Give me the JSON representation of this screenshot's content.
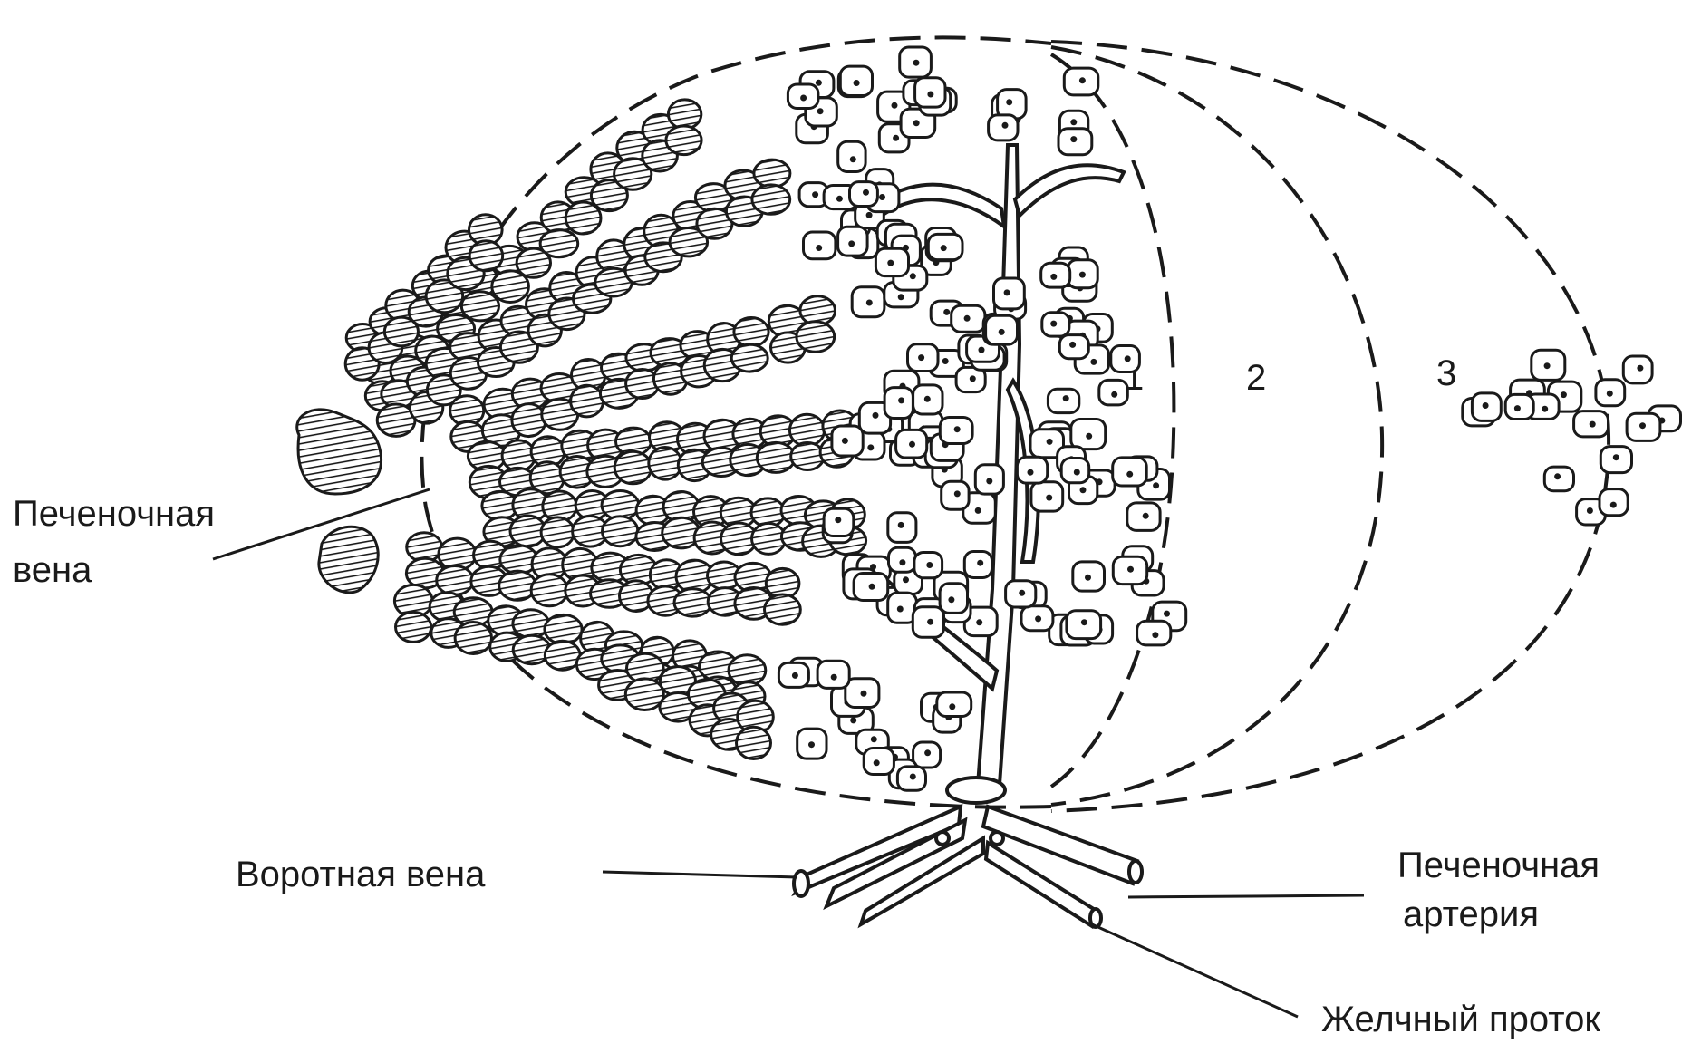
{
  "labels": {
    "hepatic_vein_line1": "Печеночная",
    "hepatic_vein_line2": "вена",
    "portal_vein": "Воротная вена",
    "hepatic_artery_line1": "Печеночная",
    "hepatic_artery_line2": "артерия",
    "bile_duct": "Желчный проток"
  },
  "zones": [
    "1",
    "2",
    "3"
  ],
  "colors": {
    "ink": "#1a1a1a",
    "background": "#ffffff"
  }
}
